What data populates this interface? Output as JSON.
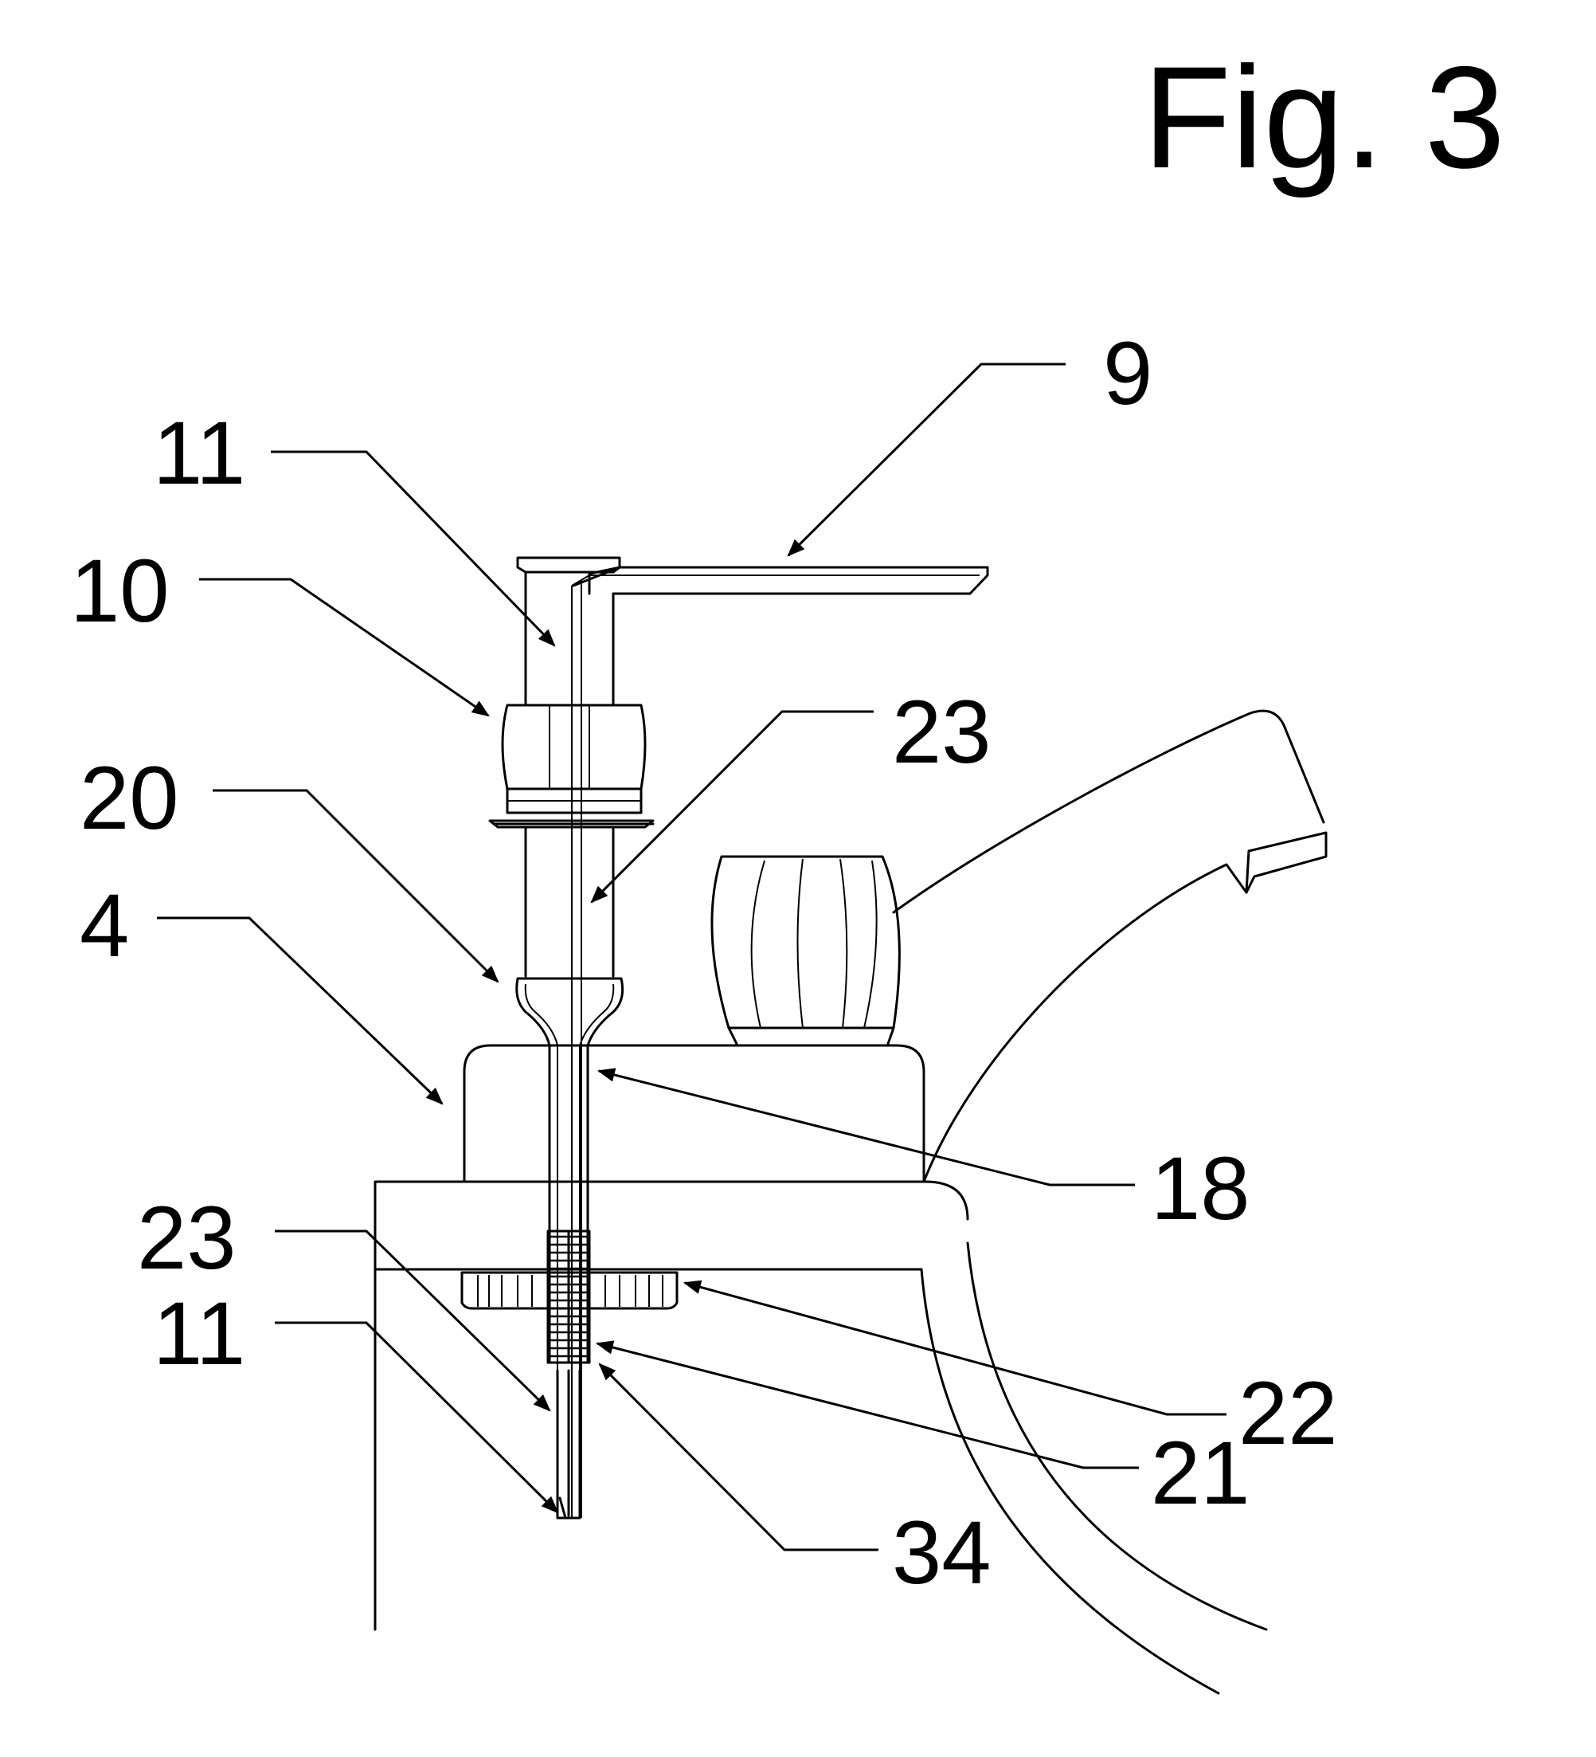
{
  "figure": {
    "title": "Fig. 3",
    "labels": {
      "l9": "9",
      "l11_top": "11",
      "l10": "10",
      "l23_top": "23",
      "l20": "20",
      "l4": "4",
      "l18": "18",
      "l23_bottom": "23",
      "l11_bottom": "11",
      "l22": "22",
      "l21": "21",
      "l34": "34"
    }
  }
}
